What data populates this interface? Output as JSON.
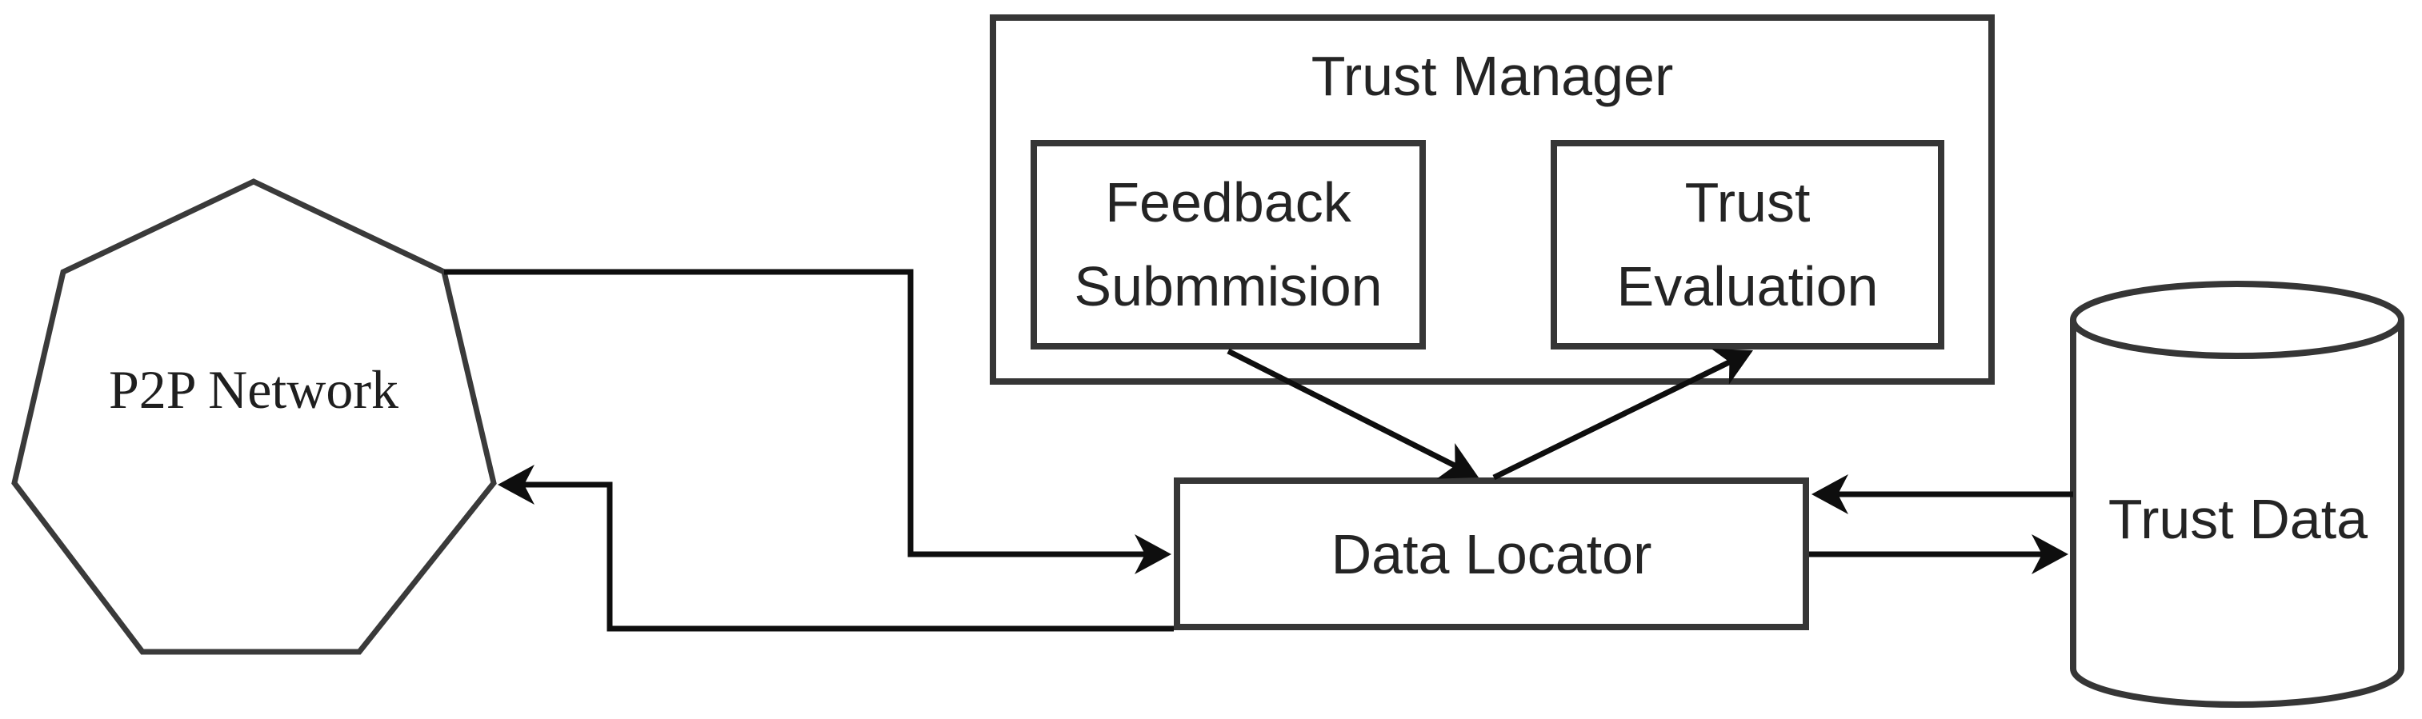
{
  "diagram": {
    "p2p_network": {
      "label": "P2P Network"
    },
    "trust_manager": {
      "title": "Trust Manager",
      "feedback_submission": {
        "line1": "Feedback",
        "line2": "Submmision"
      },
      "trust_evaluation": {
        "line1": "Trust",
        "line2": "Evaluation"
      }
    },
    "data_locator": {
      "label": "Data Locator"
    },
    "trust_data": {
      "label": "Trust Data"
    },
    "colors": {
      "background": "#ffffff",
      "box_border": "#363636",
      "shape_stroke": "#3a3a3a",
      "arrow": "#0e0e0e",
      "text": "#242424"
    }
  }
}
